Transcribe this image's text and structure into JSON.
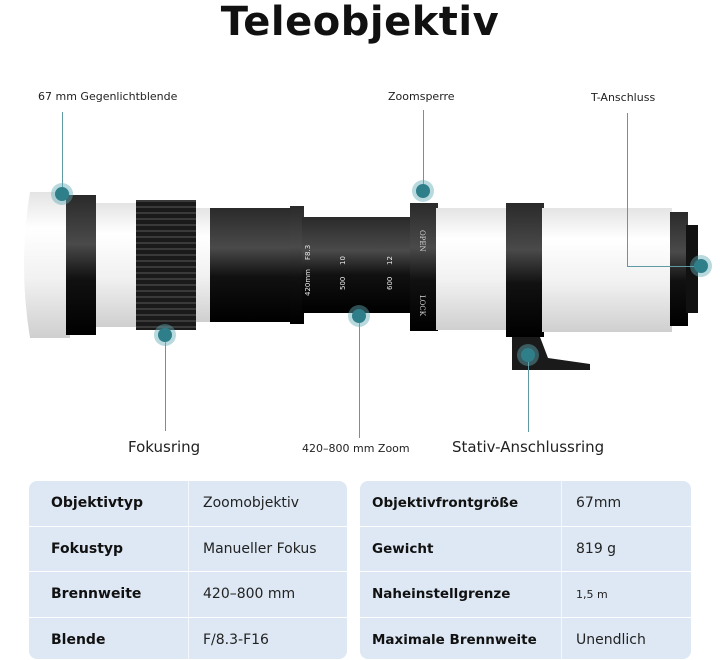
{
  "title": "Teleobjektiv",
  "labels": {
    "hood": "67 mm Gegenlichtblende",
    "zoom_lock": "Zoomsperre",
    "t_mount": "T-Anschluss",
    "focus_ring": "Fokusring",
    "zoom": "420–800 mm Zoom",
    "tripod_ring": "Stativ-Anschlussring"
  },
  "lens_markings": {
    "focal_min": "420mm",
    "aperture": "F8.3",
    "z1": "10",
    "z2": "500",
    "z3": "12",
    "z4": "600",
    "open": "OPEN",
    "lock": "LOCK"
  },
  "specs_left": [
    {
      "key": "Objektivtyp",
      "value": "Zoomobjektiv"
    },
    {
      "key": "Fokustyp",
      "value": "Manueller Fokus"
    },
    {
      "key": "Brennweite",
      "value": "420–800 mm"
    },
    {
      "key": "Blende",
      "value": "F/8.3-F16"
    }
  ],
  "specs_right": [
    {
      "key": "Objektivfrontgröße",
      "value": "67mm"
    },
    {
      "key": "Gewicht",
      "value": "819 g"
    },
    {
      "key": "Naheinstellgrenze",
      "value": "1,5 m"
    },
    {
      "key": "Maximale Brennweite",
      "value": "Unendlich"
    }
  ],
  "colors": {
    "accent": "#2f7f8a",
    "table_bg": "#dde8f4",
    "lens_white": "#f2f2f2",
    "lens_black": "#111111"
  }
}
